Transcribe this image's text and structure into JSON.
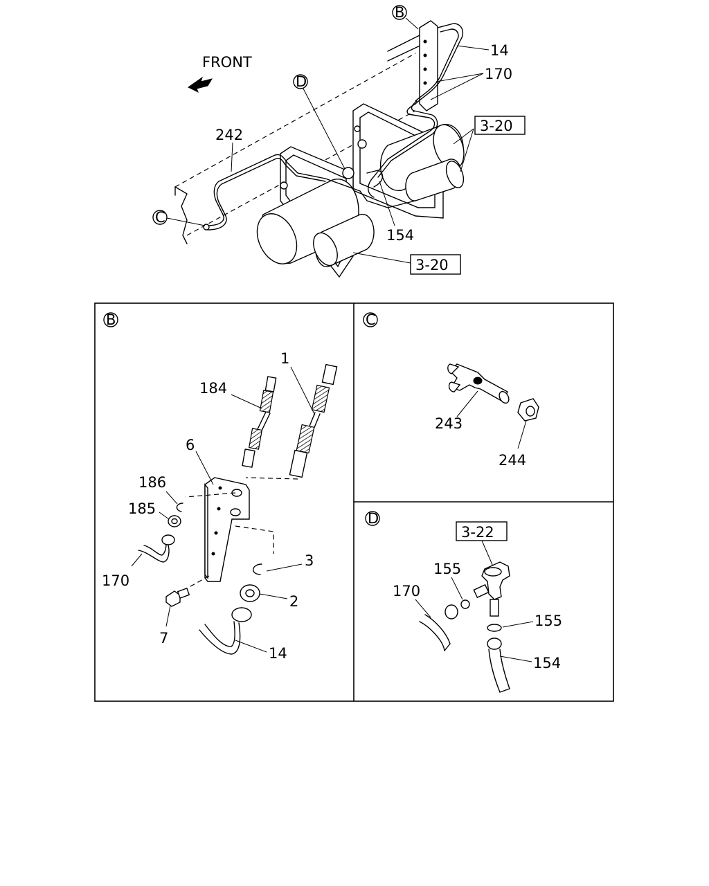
{
  "direction_label": "FRONT",
  "main_view": {
    "callouts": [
      "B",
      "C",
      "D"
    ],
    "part_labels": [
      "14",
      "170",
      "242",
      "154"
    ],
    "references": [
      "3-20",
      "3-20"
    ]
  },
  "detail_b": {
    "title": "B",
    "part_labels": [
      "1",
      "184",
      "6",
      "186",
      "185",
      "170",
      "3",
      "2",
      "7",
      "14"
    ]
  },
  "detail_c": {
    "title": "C",
    "part_labels": [
      "243",
      "244"
    ]
  },
  "detail_d": {
    "title": "D",
    "reference": "3-22",
    "part_labels": [
      "155",
      "170",
      "155",
      "154"
    ]
  }
}
